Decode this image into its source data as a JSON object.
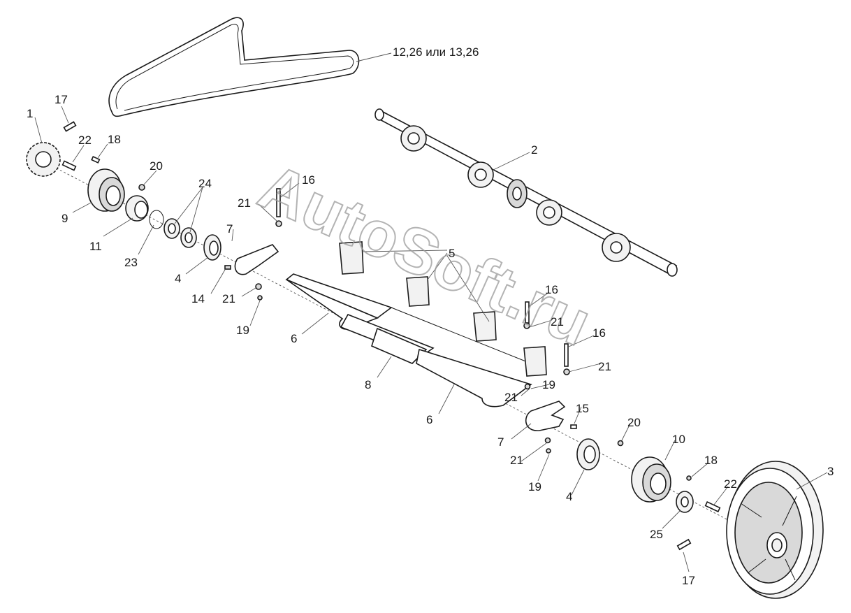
{
  "watermark": "AutoSoft.ru",
  "callouts": {
    "belt": "12,26 или 13,26",
    "c1": "1",
    "c2": "2",
    "c3": "3",
    "c4a": "4",
    "c4b": "4",
    "c5": "5",
    "c6a": "6",
    "c6b": "6",
    "c7a": "7",
    "c7b": "7",
    "c8": "8",
    "c9": "9",
    "c10": "10",
    "c11": "11",
    "c14": "14",
    "c15": "15",
    "c16a": "16",
    "c16b": "16",
    "c16c": "16",
    "c17a": "17",
    "c17b": "17",
    "c18a": "18",
    "c18b": "18",
    "c19a": "19",
    "c19b": "19",
    "c19c": "19",
    "c20a": "20",
    "c20b": "20",
    "c21a": "21",
    "c21b": "21",
    "c21c": "21",
    "c21d": "21",
    "c21e": "21",
    "c21f": "21",
    "c22a": "22",
    "c22b": "22",
    "c23": "23",
    "c24": "24",
    "c25": "25"
  }
}
